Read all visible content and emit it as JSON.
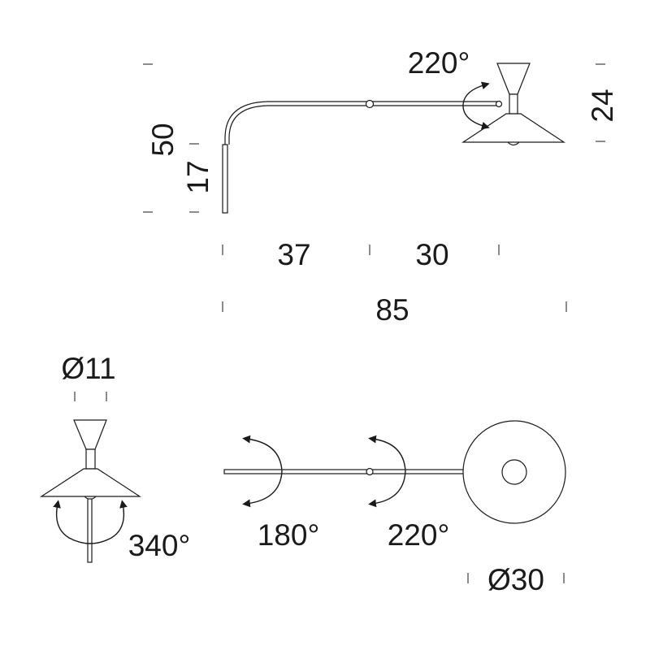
{
  "side_view": {
    "height_total": "50",
    "height_bracket": "17",
    "height_shade": "24",
    "arm_segment_1": "37",
    "arm_segment_2": "30",
    "overall_length": "85",
    "shade_rotation": "220°"
  },
  "front_view": {
    "diffuser_diameter": "Ø11",
    "rotation": "340°"
  },
  "top_view": {
    "wall_rotation": "180°",
    "joint_rotation": "220°",
    "shade_diameter": "Ø30"
  }
}
